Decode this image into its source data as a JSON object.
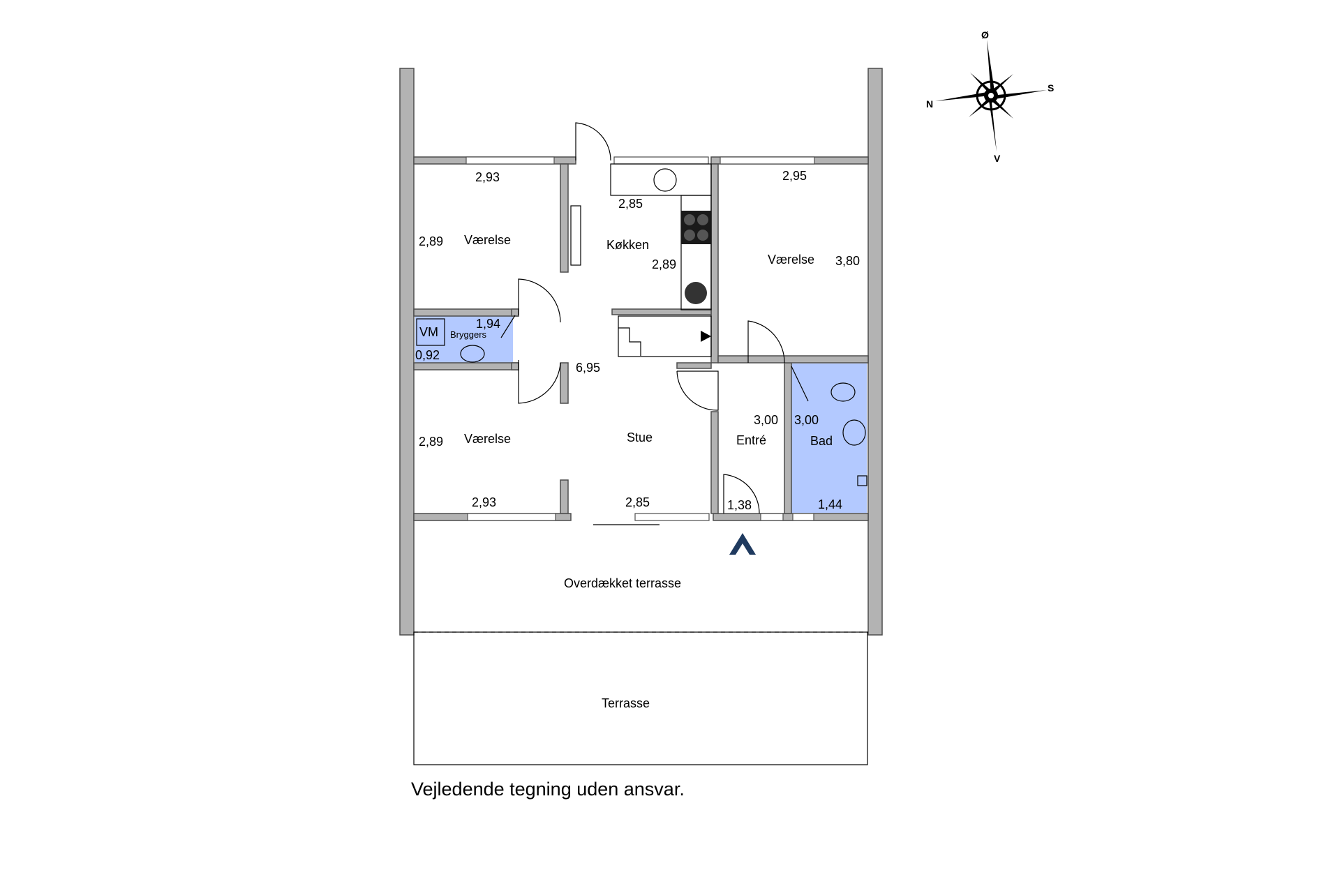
{
  "rooms": {
    "vaerelse_nw": "Værelse",
    "vaerelse_sw": "Værelse",
    "vaerelse_ne": "Værelse",
    "koekken": "Køkken",
    "bryggers": "Bryggers",
    "vm": "VM",
    "stue": "Stue",
    "entre": "Entré",
    "bad": "Bad",
    "overdaekket_terrasse": "Overdækket terrasse",
    "terrasse": "Terrasse"
  },
  "dimensions": {
    "vaerelse_nw_width": "2,93",
    "vaerelse_nw_depth": "2,89",
    "vaerelse_sw_width": "2,93",
    "vaerelse_sw_depth": "2,89",
    "koekken_width": "2,85",
    "koekken_depth": "2,89",
    "vaerelse_ne_width": "2,95",
    "vaerelse_ne_depth": "3,80",
    "bryggers_width": "1,94",
    "bryggers_depth": "0,92",
    "stue_depth": "6,95",
    "stue_width": "2,85",
    "entre_depth": "3,00",
    "entre_width": "1,38",
    "bad_depth": "3,00",
    "bad_width": "1,44"
  },
  "compass": {
    "north": "N",
    "south": "S",
    "east": "Ø",
    "west": "V"
  },
  "disclaimer": "Vejledende tegning uden ansvar.",
  "colors": {
    "wall": "#b3b3b3",
    "wet_room": "#b3c9ff",
    "entrance_arrow": "#1f3a5f"
  }
}
